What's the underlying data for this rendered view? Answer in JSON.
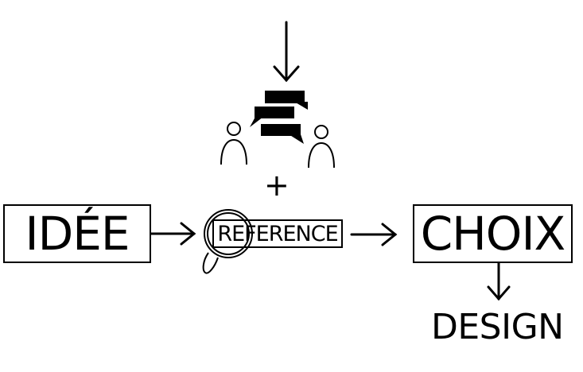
{
  "diagram": {
    "step_idea": "IDÉE",
    "step_reference": "REFERENCE",
    "step_choice": "CHOIX",
    "result": "DESIGN",
    "plus_sign": "+"
  },
  "icons": {
    "input_arrow": "arrow-down-icon",
    "discussion": "speech-bubbles-icon",
    "people": "two-persons-icon",
    "search": "magnifying-glass-icon"
  }
}
